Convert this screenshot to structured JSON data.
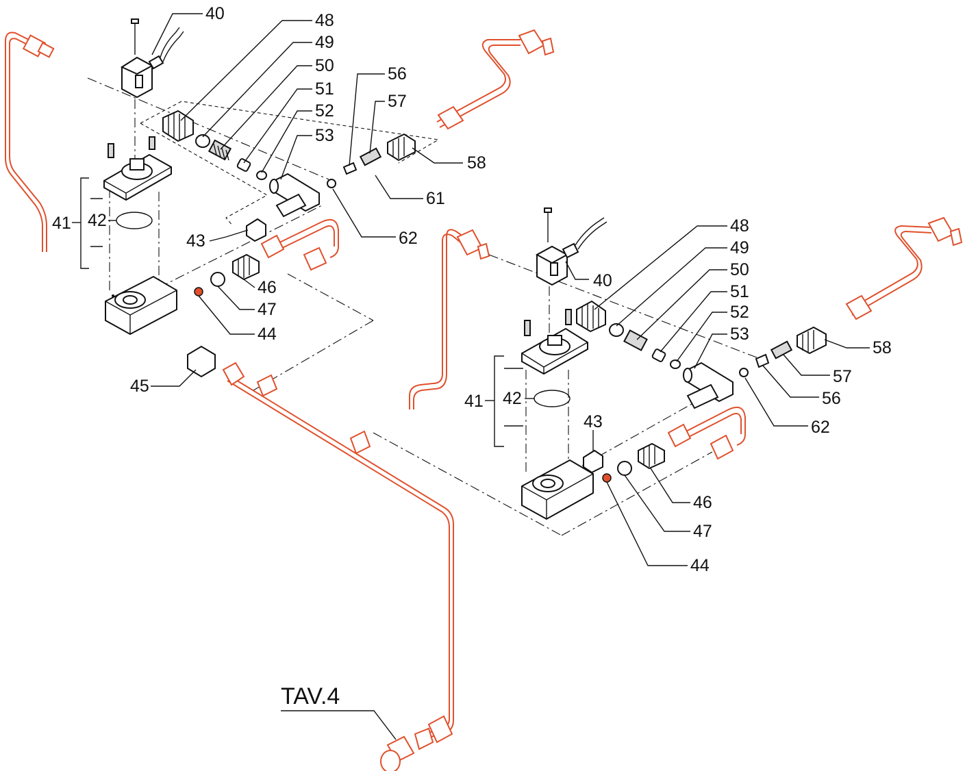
{
  "colors": {
    "pipe": "#e0502c",
    "line": "#111111",
    "part_fill": "#ffffff"
  },
  "title": "TAV.4",
  "assembly_left": {
    "labels": {
      "p40": "40",
      "p48": "48",
      "p49": "49",
      "p50": "50",
      "p51": "51",
      "p52": "52",
      "p53": "53",
      "p56": "56",
      "p57": "57",
      "p58": "58",
      "p61": "61",
      "p62": "62",
      "p41": "41",
      "p42": "42",
      "p43": "43",
      "p46": "46",
      "p47": "47",
      "p44": "44",
      "p45": "45"
    }
  },
  "assembly_right": {
    "labels": {
      "p48": "48",
      "p49": "49",
      "p50": "50",
      "p51": "51",
      "p52": "52",
      "p53": "53",
      "p40": "40",
      "p58": "58",
      "p57": "57",
      "p56": "56",
      "p62": "62",
      "p41": "41",
      "p42": "42",
      "p43": "43",
      "p46": "46",
      "p47": "47",
      "p44": "44"
    }
  }
}
